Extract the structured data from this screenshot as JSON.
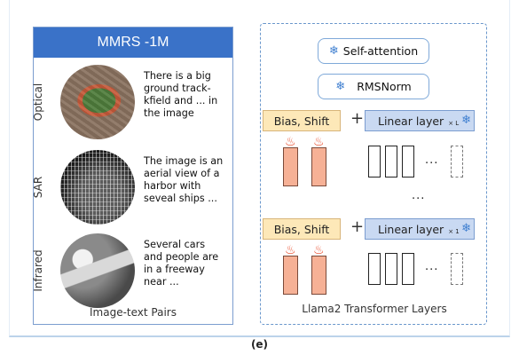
{
  "left": {
    "title": "MMRS -1M",
    "rows": [
      {
        "label": "Optical",
        "text": "There is a big\nground track-\nkfield and ... in\nthe image"
      },
      {
        "label": "SAR",
        "text": "The image is an\naerial view of a\nharbor with\nseveal ships ..."
      },
      {
        "label": "Infrared",
        "text": "Several cars\nand people are\nin a freeway\nnear ..."
      }
    ],
    "footer": "Image-text Pairs"
  },
  "right": {
    "self_attention": "Self-attention",
    "rmsnorm": "RMSNorm",
    "bias_label": "Bias, Shift",
    "plus": "+",
    "linear_label": "Linear layer",
    "linear_sub_top": "× L",
    "linear_sub_bottom": "× 1",
    "dots": "...",
    "vdots": "...",
    "footer": "Llama2 Transformer Layers"
  },
  "icons": {
    "freeze": "snowflake-icon",
    "trainable": "flame-icon"
  },
  "caption": "(e)"
}
